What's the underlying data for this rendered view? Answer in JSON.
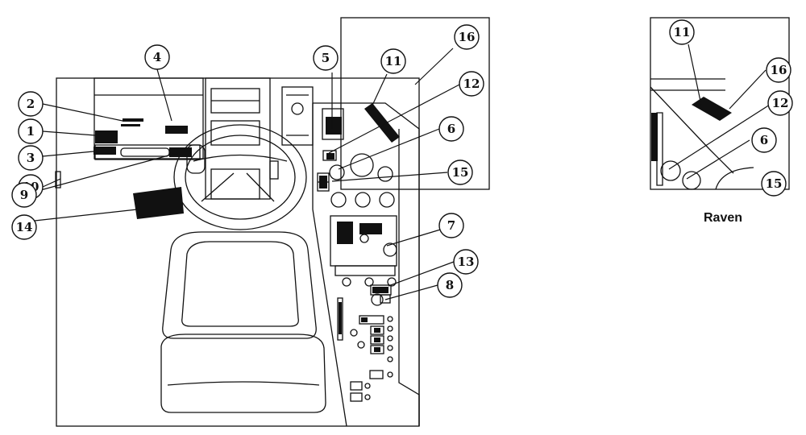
{
  "callouts_main": [
    {
      "id": "c1",
      "label": "1"
    },
    {
      "id": "c2",
      "label": "2"
    },
    {
      "id": "c3",
      "label": "3"
    },
    {
      "id": "c4",
      "label": "4"
    },
    {
      "id": "c5",
      "label": "5"
    },
    {
      "id": "c6",
      "label": "6"
    },
    {
      "id": "c7",
      "label": "7"
    },
    {
      "id": "c8",
      "label": "8"
    },
    {
      "id": "c9",
      "label": "9"
    },
    {
      "id": "c10",
      "label": "10"
    },
    {
      "id": "c11",
      "label": "11"
    },
    {
      "id": "c12",
      "label": "12"
    },
    {
      "id": "c13",
      "label": "13"
    },
    {
      "id": "c14",
      "label": "14"
    },
    {
      "id": "c15",
      "label": "15"
    },
    {
      "id": "c16",
      "label": "16"
    }
  ],
  "callouts_inset": [
    {
      "id": "r11",
      "label": "11"
    },
    {
      "id": "r16",
      "label": "16"
    },
    {
      "id": "r12",
      "label": "12"
    },
    {
      "id": "r6",
      "label": "6"
    },
    {
      "id": "r15",
      "label": "15"
    }
  ],
  "inset_caption": "Raven"
}
